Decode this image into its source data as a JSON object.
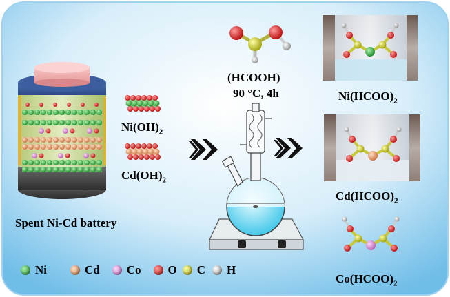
{
  "labels": {
    "battery": "Spent Ni-Cd battery",
    "ni_oh": "Ni(OH)",
    "cd_oh": "Cd(OH)",
    "sub2": "2",
    "reagent": "(HCOOH)",
    "conditions": "90 °C, 4h",
    "ni_formate": "Ni(HCOO)",
    "cd_formate": "Cd(HCOO)",
    "co_formate": "Co(HCOO)"
  },
  "legend": [
    {
      "symbol": "Ni",
      "color": "#2fa83a"
    },
    {
      "symbol": "Cd",
      "color": "#e0956a"
    },
    {
      "symbol": "Co",
      "color": "#d98fd6"
    },
    {
      "symbol": "O",
      "color": "#e01818"
    },
    {
      "symbol": "C",
      "color": "#c8c81a"
    },
    {
      "symbol": "H",
      "color": "#bdbdbd"
    }
  ],
  "colors": {
    "background_top": "#ffffff",
    "background_bottom": "#7ec4ea",
    "arrow": "#111111"
  }
}
